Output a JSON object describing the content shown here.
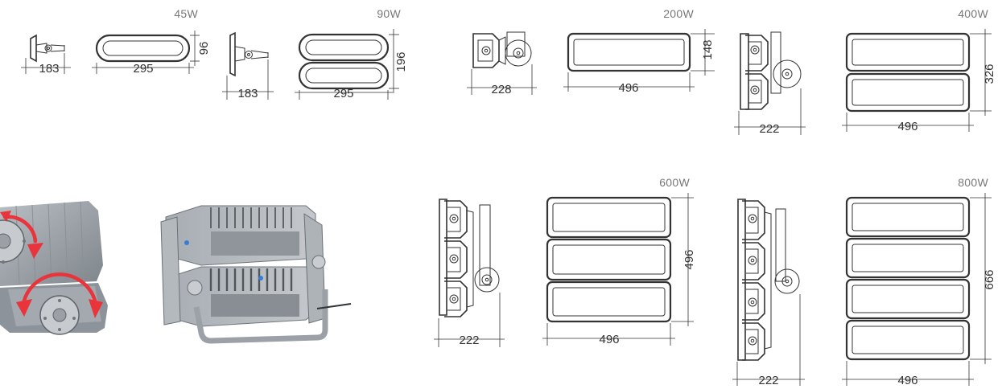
{
  "colors": {
    "line": "#333333",
    "label": "#777777",
    "housing": "#9aa0a6",
    "housing_dark": "#6f757b",
    "rotation_arrow": "#e8343a",
    "accent_blue": "#3a7bd5"
  },
  "models": {
    "w45": {
      "label": "45W",
      "side_width": "183",
      "front_width": "295",
      "front_height": "96"
    },
    "w90": {
      "label": "90W",
      "side_width": "183",
      "front_width": "295",
      "front_height": "196"
    },
    "w200": {
      "label": "200W",
      "side_width": "228",
      "front_width": "496",
      "front_height": "148"
    },
    "w400": {
      "label": "400W",
      "side_width": "222",
      "front_width": "496",
      "front_height": "326"
    },
    "w600": {
      "label": "600W",
      "side_width": "222",
      "front_width": "496",
      "front_height": "496"
    },
    "w800": {
      "label": "800W",
      "side_width": "222",
      "front_width": "496",
      "front_height": "666"
    }
  },
  "photos": {
    "rotation_detail": "rotation-arrows",
    "product_render": "double-module-floodlight"
  }
}
